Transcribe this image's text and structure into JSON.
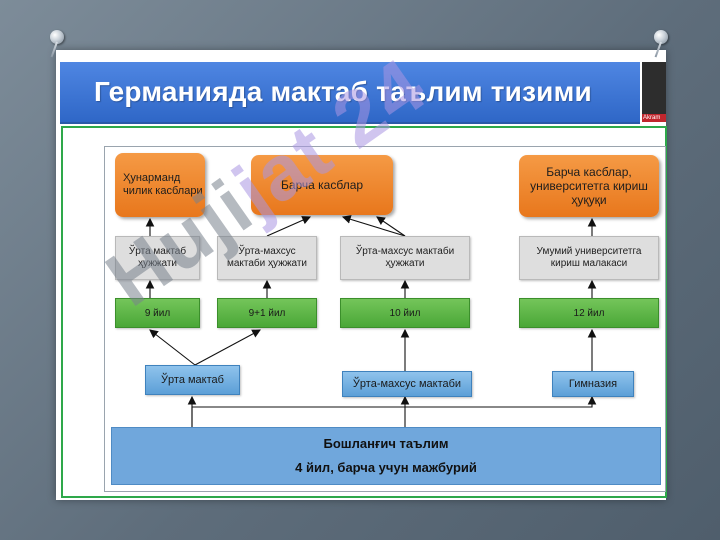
{
  "title": "Германияда мактаб таълим тизими",
  "badge": "Akram",
  "watermark": {
    "left": "Huji",
    "accent": "jat 24"
  },
  "outcomes": {
    "craft": "Ҳунарманд чилик касблари",
    "all": "Барча касблар",
    "university": "Барча касблар, университетга кириш ҳуқуқи"
  },
  "certificates": {
    "secondary": "Ўрта мактаб ҳужжати",
    "special1": "Ўрта-махсус мактаби ҳужжати",
    "special2": "Ўрта-махсус мактаби ҳужжати",
    "general": "Умумий университетга кириш малакаси"
  },
  "years": {
    "y9": "9 йил",
    "y9plus1": "9+1 йил",
    "y10": "10 йил",
    "y12": "12 йил"
  },
  "schools": {
    "secondary": "Ўрта мактаб",
    "special": "Ўрта-махсус мактаби",
    "gymnasium": "Гимназия"
  },
  "primary": {
    "name": "Бошланғич таълим",
    "detail": "4 йил, барча учун мажбурий"
  },
  "colors": {
    "orange": "#e8771c",
    "green": "#4aa737",
    "blue": "#5c9fd7",
    "frame": "#2ea84a",
    "title_bar": "#2f67c7"
  }
}
